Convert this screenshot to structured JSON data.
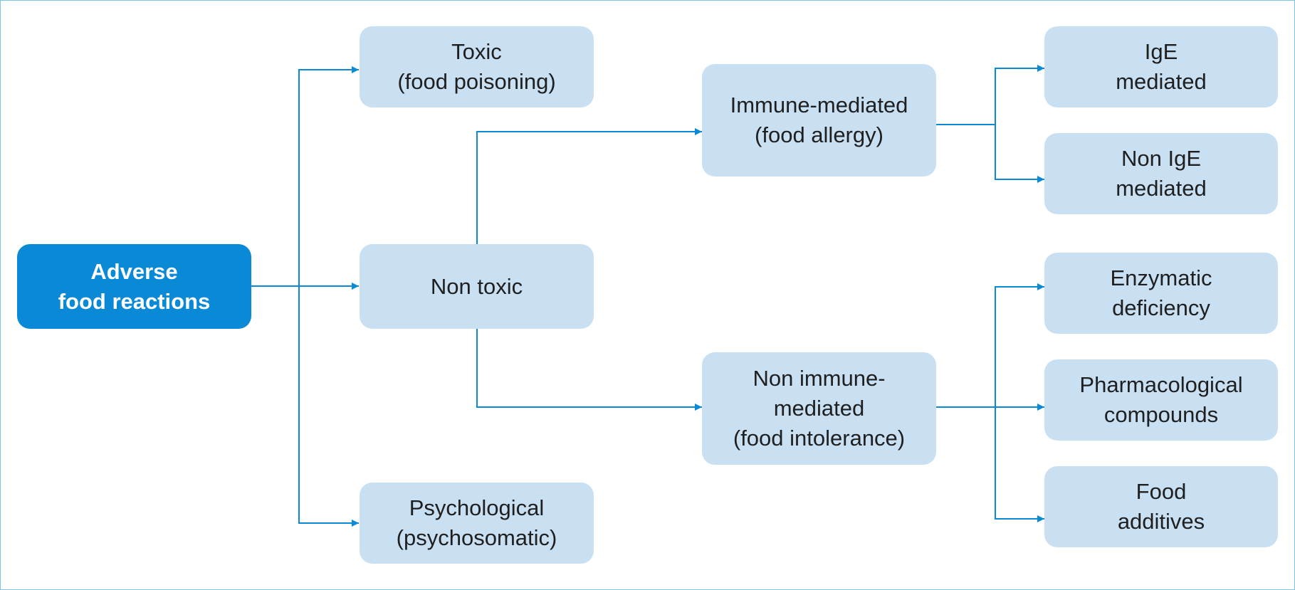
{
  "colors": {
    "root_fill": "#0a8ad6",
    "node_fill": "#c9e0f3",
    "connector": "#0a8ad6",
    "frame": "#7fc4e3"
  },
  "nodes": {
    "root": "Adverse\nfood reactions",
    "toxic": "Toxic\n(food poisoning)",
    "non_toxic": "Non toxic",
    "psychological": "Psychological\n(psychosomatic)",
    "immune": "Immune-mediated\n(food allergy)",
    "non_immune": "Non immune-\nmediated\n(food intolerance)",
    "ige": "IgE\nmediated",
    "non_ige": "Non IgE\nmediated",
    "enzymatic": "Enzymatic\ndeficiency",
    "pharmacological": "Pharmacological\ncompounds",
    "additives": "Food\nadditives"
  },
  "edges": [
    [
      "root",
      "toxic"
    ],
    [
      "root",
      "non_toxic"
    ],
    [
      "root",
      "psychological"
    ],
    [
      "non_toxic",
      "immune"
    ],
    [
      "non_toxic",
      "non_immune"
    ],
    [
      "immune",
      "ige"
    ],
    [
      "immune",
      "non_ige"
    ],
    [
      "non_immune",
      "enzymatic"
    ],
    [
      "non_immune",
      "pharmacological"
    ],
    [
      "non_immune",
      "additives"
    ]
  ]
}
